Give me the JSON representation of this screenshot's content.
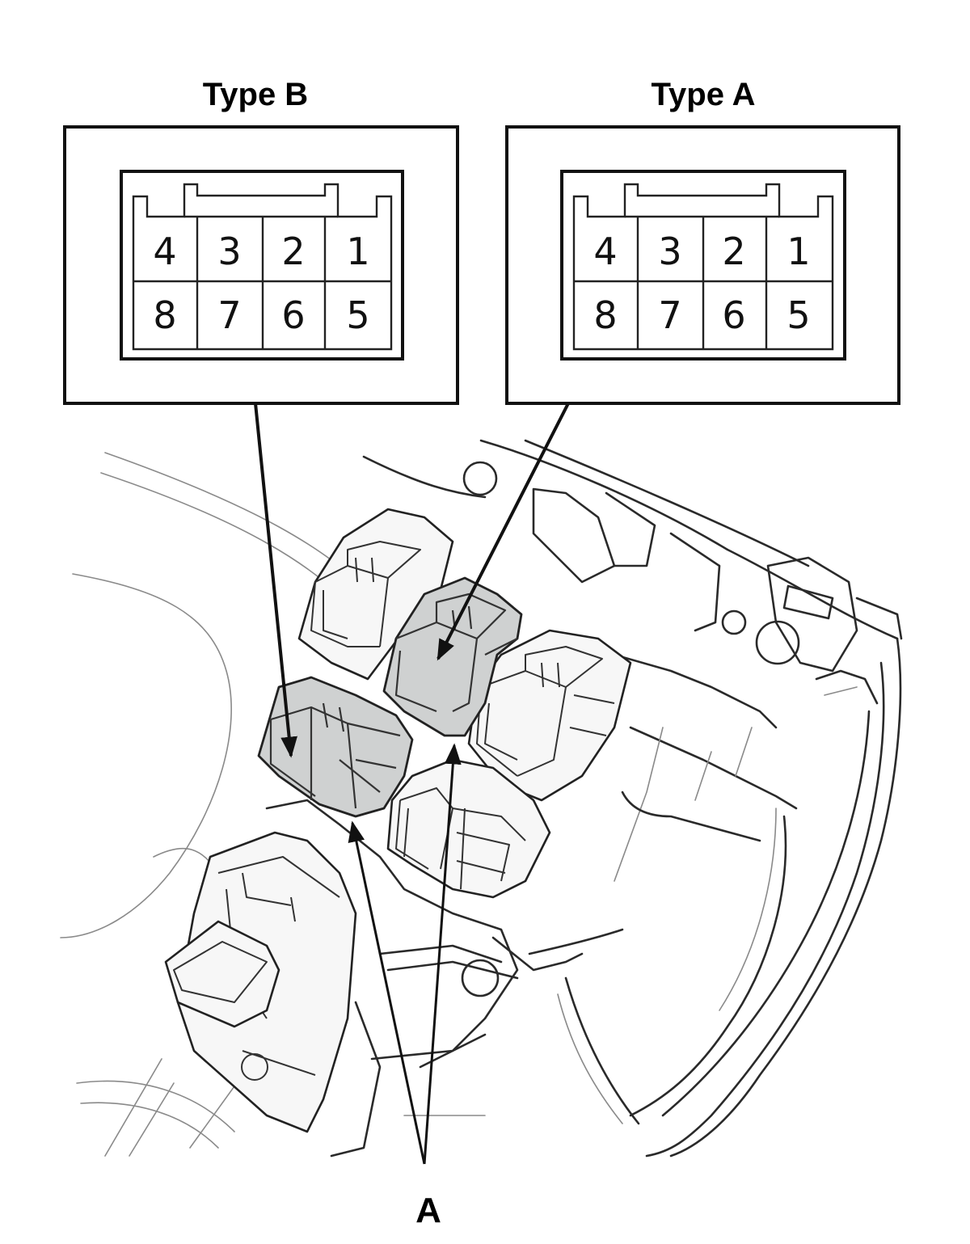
{
  "labels": {
    "type_b": "Type B",
    "type_a": "Type A",
    "callout": "A"
  },
  "connectors": {
    "type_b": {
      "top_row": [
        "4",
        "3",
        "2",
        "1"
      ],
      "bottom_row": [
        "8",
        "7",
        "6",
        "5"
      ]
    },
    "type_a": {
      "top_row": [
        "4",
        "3",
        "2",
        "1"
      ],
      "bottom_row": [
        "8",
        "7",
        "6",
        "5"
      ]
    }
  },
  "colors": {
    "highlight": "#cfd1d1",
    "line": "#111111"
  }
}
